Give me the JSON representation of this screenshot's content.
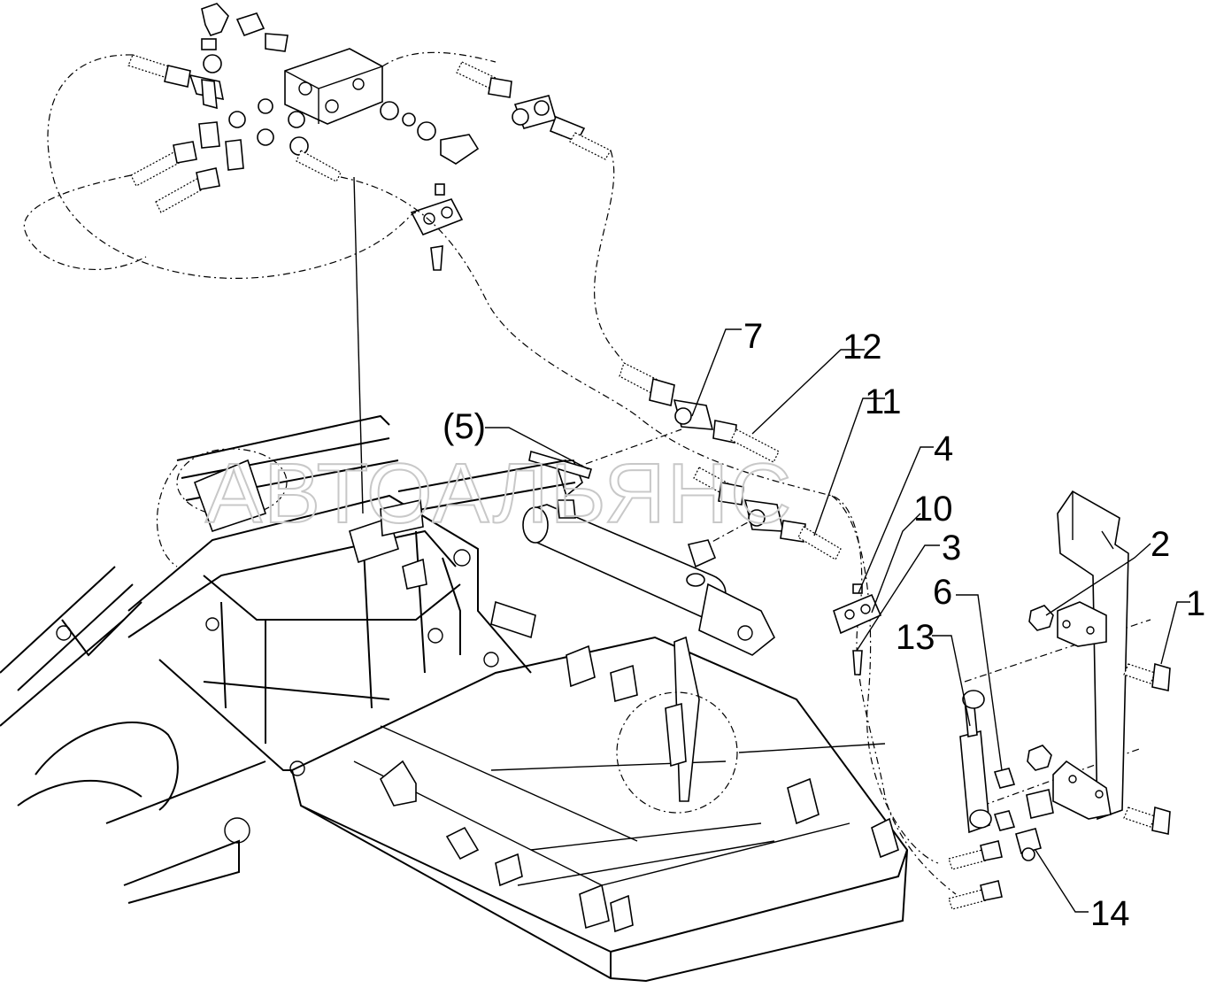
{
  "watermark": "АВТОАЛЬЯНС",
  "callouts": [
    {
      "id": "c7",
      "label": "7"
    },
    {
      "id": "c12",
      "label": "12"
    },
    {
      "id": "c5",
      "label": "(5)"
    },
    {
      "id": "c11",
      "label": "11"
    },
    {
      "id": "c4",
      "label": "4"
    },
    {
      "id": "c10",
      "label": "10"
    },
    {
      "id": "c3",
      "label": "3"
    },
    {
      "id": "c2",
      "label": "2"
    },
    {
      "id": "c1",
      "label": "1"
    },
    {
      "id": "c6",
      "label": "6"
    },
    {
      "id": "c13",
      "label": "13"
    },
    {
      "id": "c14",
      "label": "14"
    }
  ]
}
